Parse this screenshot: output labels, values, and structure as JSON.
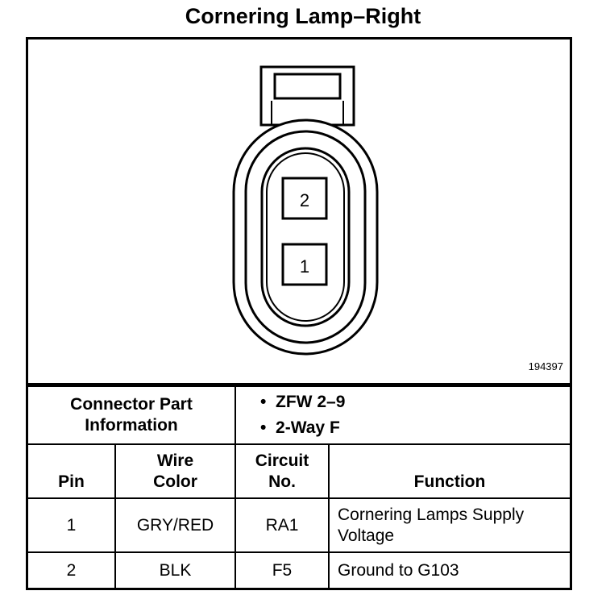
{
  "title": "Cornering Lamp–Right",
  "figure": {
    "pins": [
      "2",
      "1"
    ],
    "reference_number": "194397"
  },
  "connector_info": {
    "label_line1": "Connector Part",
    "label_line2": "Information",
    "items": [
      "ZFW 2–9",
      "2-Way F"
    ]
  },
  "table": {
    "headers": {
      "pin": "Pin",
      "wire_line1": "Wire",
      "wire_line2": "Color",
      "circuit_line1": "Circuit",
      "circuit_line2": "No.",
      "function": "Function"
    },
    "rows": [
      {
        "pin": "1",
        "wire_color": "GRY/RED",
        "circuit": "RA1",
        "function_line1": "Cornering Lamps Supply",
        "function_line2": "Voltage"
      },
      {
        "pin": "2",
        "wire_color": "BLK",
        "circuit": "F5",
        "function_line1": "Ground to G103",
        "function_line2": ""
      }
    ]
  }
}
